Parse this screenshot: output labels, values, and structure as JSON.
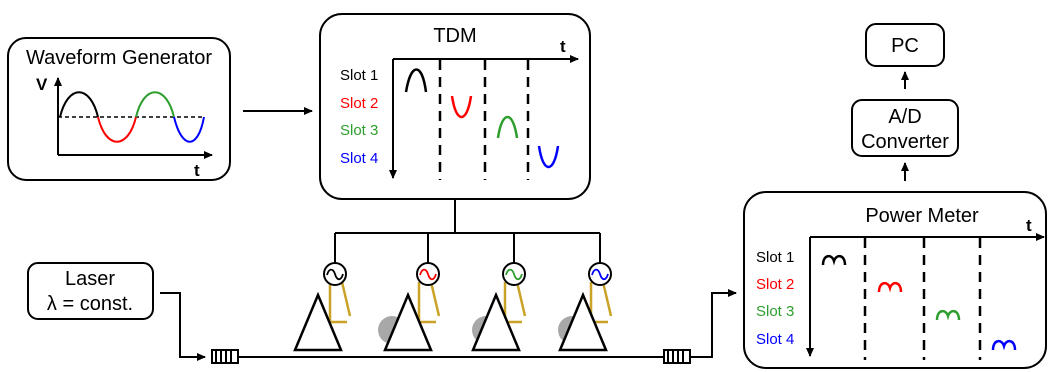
{
  "colors": {
    "slot1": "#000000",
    "slot2": "#ff0000",
    "slot3": "#2e9e2e",
    "slot4": "#0000ff",
    "mzi": "#c9a227"
  },
  "waveform_generator": {
    "title": "Waveform Generator",
    "y_label": "V",
    "x_label": "t"
  },
  "tdm": {
    "title": "TDM",
    "x_label": "t",
    "slots": [
      "Slot 1",
      "Slot 2",
      "Slot 3",
      "Slot 4"
    ]
  },
  "laser": {
    "line1": "Laser",
    "line2": "λ = const."
  },
  "pc": {
    "label": "PC"
  },
  "adc": {
    "line1": "A/D",
    "line2": "Converter"
  },
  "power_meter": {
    "title": "Power Meter",
    "x_label": "t",
    "slots": [
      "Slot 1",
      "Slot 2",
      "Slot 3",
      "Slot 4"
    ]
  },
  "icons": [
    "sine-source-icon",
    "prism-icon",
    "fiber-coupler-icon",
    "arrow-icon"
  ]
}
